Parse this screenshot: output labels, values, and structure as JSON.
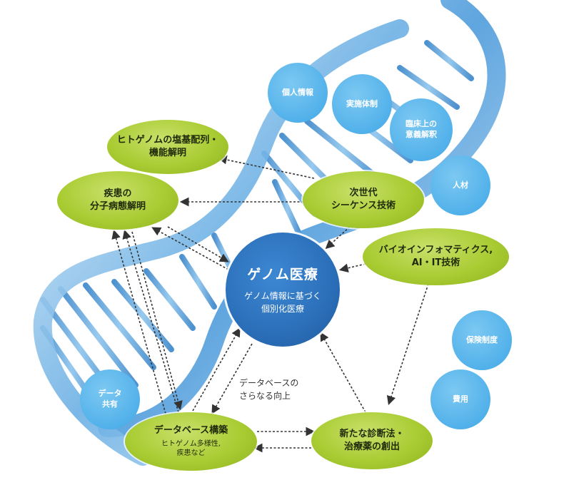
{
  "center": {
    "title": "ゲノム医療",
    "subtitle": "ゲノム情報に基づく\n個別化医療"
  },
  "green_nodes": {
    "genome_sequence": "ヒトゲノムの塩基配列・\n機能解明",
    "disease_mechanism": "疾患の\n分子病態解明",
    "next_gen_seq": "次世代\nシーケンス技術",
    "bioinformatics": "バイオインフォマティクス,\nAI・IT技術",
    "database": "データベース構築",
    "database_sub": "ヒトゲノム多様性,\n疾患など",
    "new_diagnosis": "新たな診断法・\n治療薬の創出"
  },
  "blue_nodes": {
    "personal_info": "個人情報",
    "implementation": "実施体制",
    "clinical_meaning": "臨床上の\n意義解釈",
    "personnel": "人材",
    "insurance": "保険制度",
    "cost": "費用",
    "data_sharing": "データ\n共有"
  },
  "annotation": "データベースの\nさらなる向上",
  "colors": {
    "green": "#a9cc33",
    "blue_circle": "#52b1ea",
    "center_blue": "#2b6fb9",
    "helix": "#3f93d6",
    "arrow": "#333333"
  }
}
